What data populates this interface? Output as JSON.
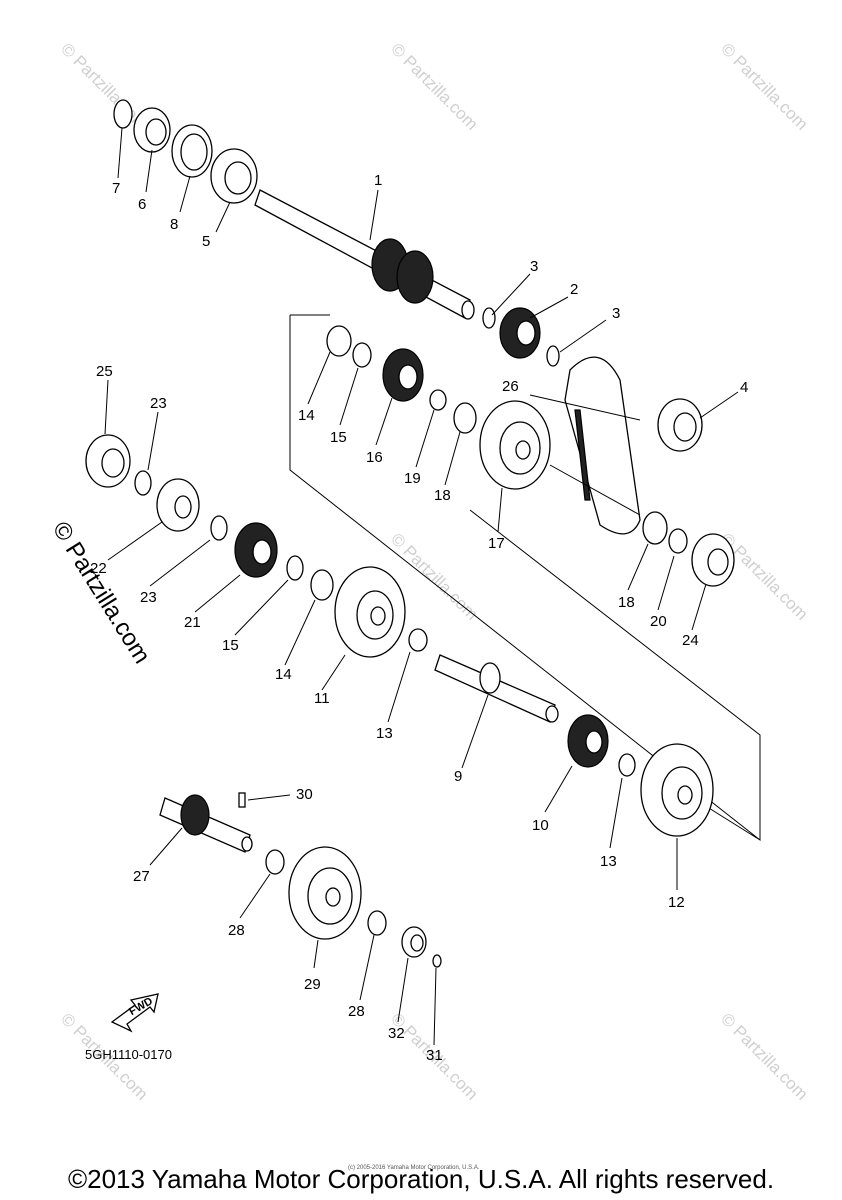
{
  "diagram": {
    "part_labels": [
      "1",
      "2",
      "3",
      "3",
      "4",
      "5",
      "6",
      "7",
      "8",
      "9",
      "10",
      "11",
      "12",
      "13",
      "13",
      "14",
      "14",
      "15",
      "15",
      "16",
      "17",
      "18",
      "18",
      "19",
      "20",
      "21",
      "22",
      "23",
      "23",
      "24",
      "25",
      "26",
      "27",
      "28",
      "28",
      "29",
      "30",
      "31",
      "32"
    ],
    "fwd_label": "FWD",
    "diagram_code": "5GH1110-0170",
    "watermark": "© Partzilla.com",
    "small_copyright": "(c) 2005-2016 Yamaha Motor Corporation, U.S.A.",
    "copyright": "©2013 Yamaha Motor Corporation, U.S.A. All rights reserved."
  }
}
